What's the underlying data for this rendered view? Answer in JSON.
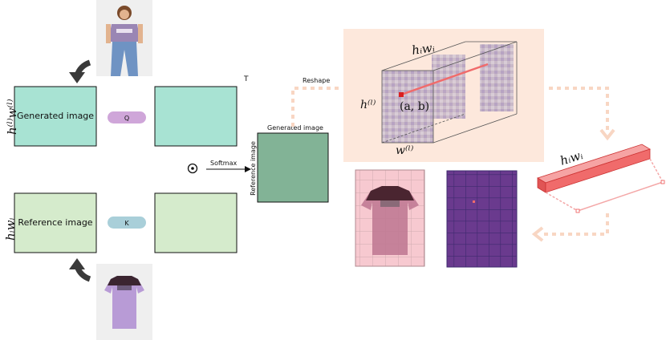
{
  "labels": {
    "generated_image": "Generated image",
    "reference_image": "Reference image",
    "q_pill": "Q",
    "k_pill": "K",
    "transpose": "T",
    "softmax": "Softmax",
    "reshape": "Reshape",
    "attn_top": "Generated image",
    "attn_side": "Reference image",
    "coord": "(a, b)",
    "dot_symbol": "⊙"
  },
  "math": {
    "hw_gen": "h⁽ˡ⁾w⁽ˡ⁾",
    "hw_ref": "hᵢwᵢ",
    "stack_top": "hᵢwᵢ",
    "stack_h": "h⁽ˡ⁾",
    "stack_w": "w⁽ˡ⁾",
    "bar_label": "hᵢwᵢ"
  },
  "colors": {
    "generated_box": "#a8e3d3",
    "reference_box": "#d5ebcc",
    "attention_box": "#82b396",
    "q_pill": "#cfa6d9",
    "k_pill": "#a9cfd9",
    "panel_bg": "#fde8dc",
    "dashed_arrow": "#f8d6c3",
    "red_bar": "#f06b6b",
    "pink_grid": "#f5c4cc",
    "purple_grid": "#6a3a8e",
    "shirt": "#b89bd6"
  },
  "icons": [
    "curved-arrow-icon",
    "dot-product-icon",
    "person-photo-icon",
    "shirt-photo-icon"
  ]
}
